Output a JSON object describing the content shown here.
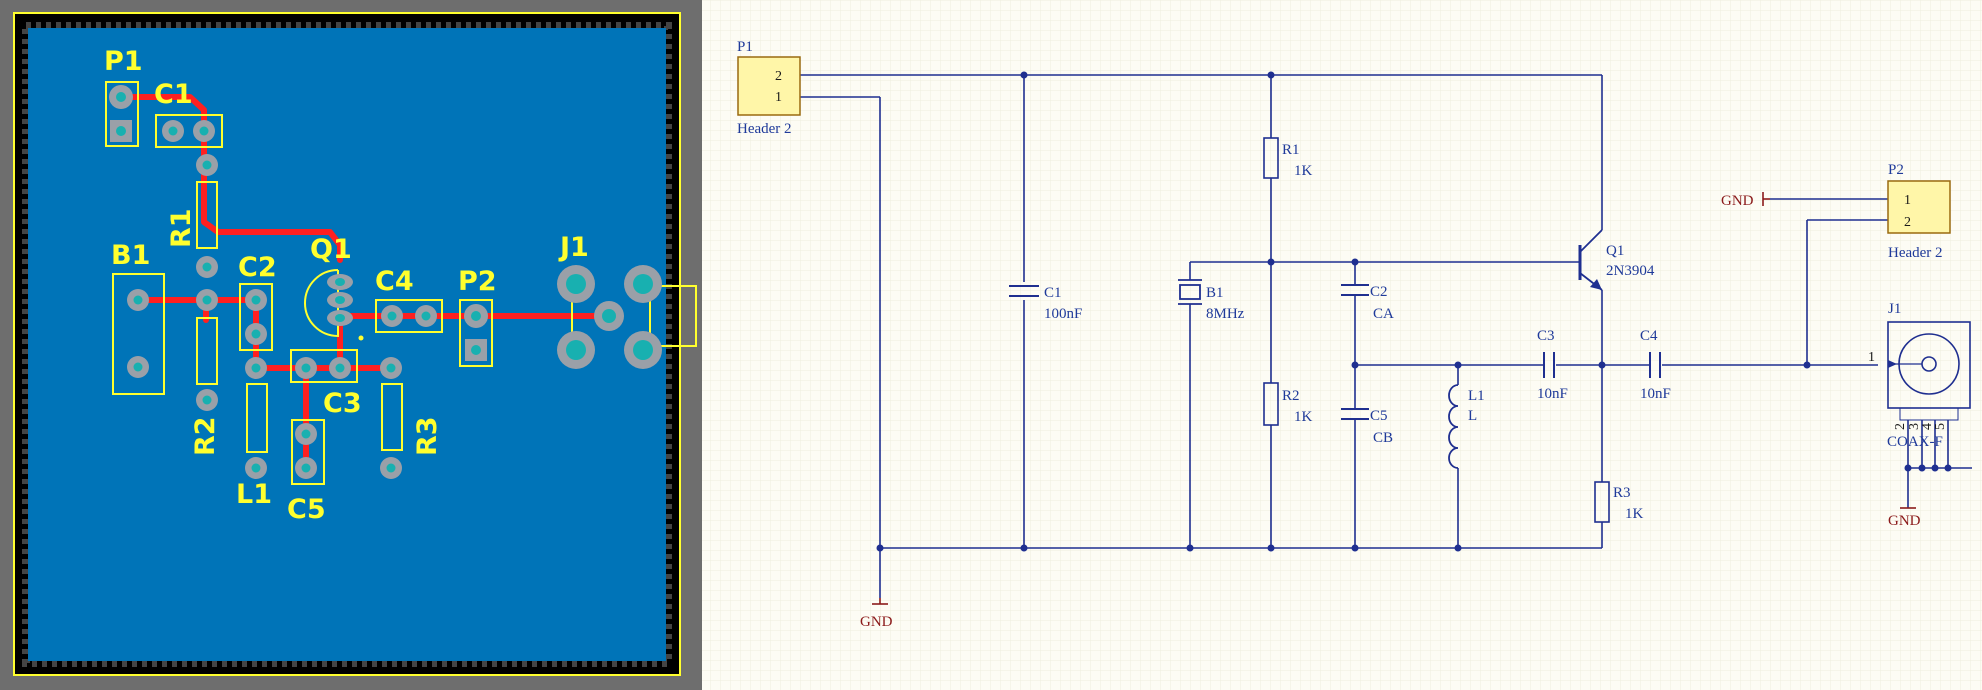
{
  "pcb": {
    "labels": {
      "P1": "P1",
      "C1": "C1",
      "R1": "R1",
      "Q1": "Q1",
      "B1": "B1",
      "C2": "C2",
      "C4": "C4",
      "P2": "P2",
      "J1": "J1",
      "C3": "C3",
      "R2": "R2",
      "R3": "R3",
      "L1": "L1",
      "C5": "C5"
    },
    "colors": {
      "board": "#0074b8",
      "trace": "#ff2020",
      "silk": "#ffff2e",
      "pad": "#9aa0a8",
      "hole": "#18b0b0"
    }
  },
  "schematic": {
    "P1": {
      "designator": "P1",
      "value": "Header 2",
      "pin_top": "2",
      "pin_bottom": "1"
    },
    "P2": {
      "designator": "P2",
      "value": "Header 2",
      "pin_top": "1",
      "pin_bottom": "2"
    },
    "R1": {
      "designator": "R1",
      "value": "1K"
    },
    "R2": {
      "designator": "R2",
      "value": "1K"
    },
    "R3": {
      "designator": "R3",
      "value": "1K"
    },
    "C1": {
      "designator": "C1",
      "value": "100nF"
    },
    "C2": {
      "designator": "C2",
      "value": "CA"
    },
    "C5": {
      "designator": "C5",
      "value": "CB"
    },
    "C3": {
      "designator": "C3",
      "value": "10nF"
    },
    "C4": {
      "designator": "C4",
      "value": "10nF"
    },
    "B1": {
      "designator": "B1",
      "value": "8MHz"
    },
    "L1": {
      "designator": "L1",
      "value": "L"
    },
    "Q1": {
      "designator": "Q1",
      "value": "2N3904"
    },
    "J1": {
      "designator": "J1",
      "value": "COAX-F",
      "pin_in": "1",
      "pins_bottom": [
        "2",
        "3",
        "4",
        "5"
      ]
    },
    "gnd": {
      "main": "GND",
      "p2": "GND",
      "j1": "GND"
    },
    "colors": {
      "wire": "#1f2f90",
      "gnd": "#8b1a1a",
      "header_fill": "#fff6a8",
      "header_border": "#9a6a10"
    }
  }
}
